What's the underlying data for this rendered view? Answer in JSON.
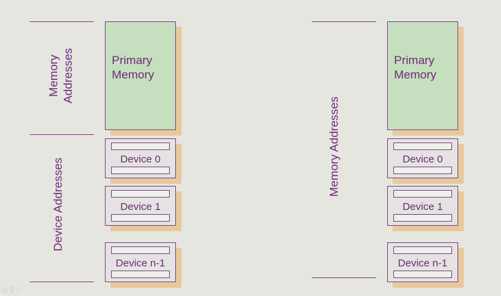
{
  "left": {
    "memory_label": "Memory\nAddresses",
    "device_label": "Device Addresses",
    "primary_memory": "Primary\nMemory",
    "devices": [
      "Device 0",
      "Device 1",
      "Device n-1"
    ]
  },
  "right": {
    "memory_label": "Memory Addresses",
    "primary_memory": "Primary\nMemory",
    "devices": [
      "Device 0",
      "Device 1",
      "Device n-1"
    ]
  },
  "colors": {
    "background": "#e6e6e1",
    "text": "#6f2a78",
    "line": "#8a3b8e",
    "memory_fill": "#c5dfbf",
    "shadow": "#e9c99c"
  }
}
